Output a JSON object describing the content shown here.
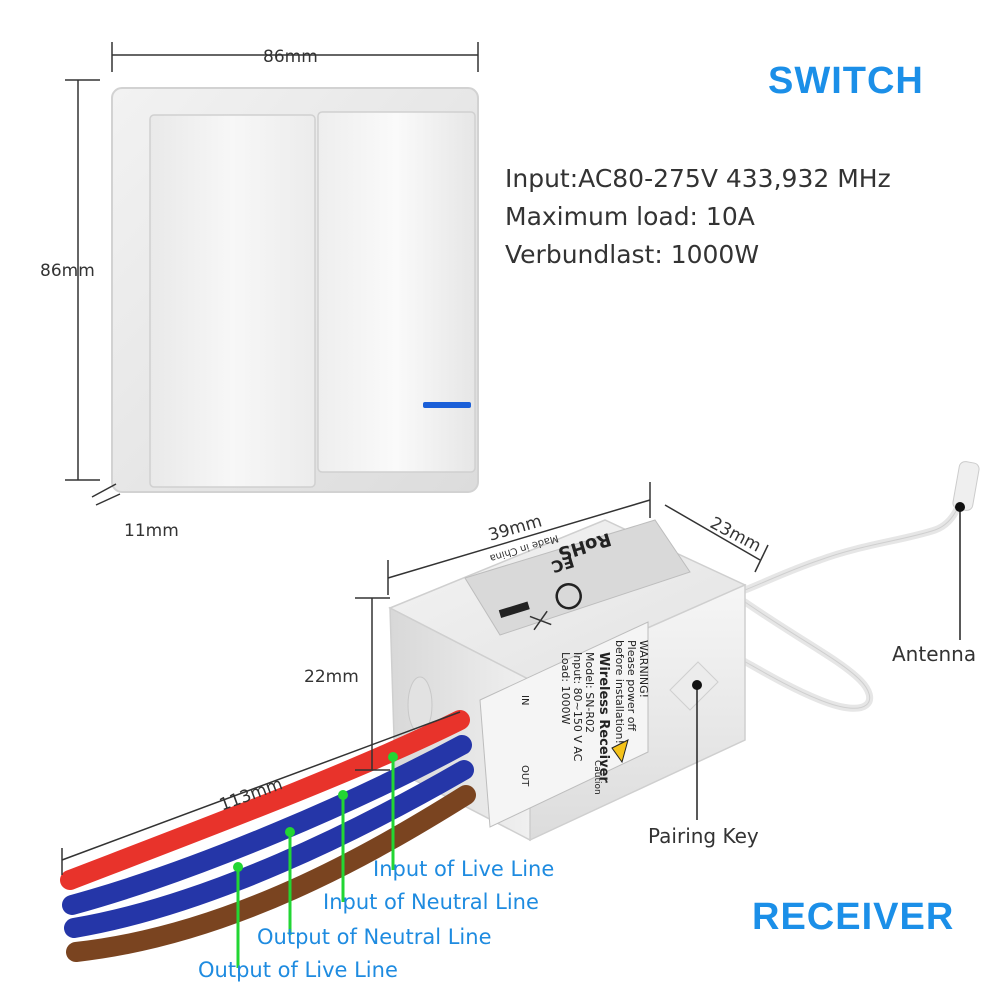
{
  "switch": {
    "title": "SWITCH",
    "dim_width": "86mm",
    "dim_height": "86mm",
    "dim_depth": "11mm",
    "specs": [
      "Input:AC80-275V  433,932 MHz",
      "Maximum load: 10A",
      "Verbundlast: 1000W"
    ]
  },
  "receiver": {
    "title": "RECEIVER",
    "dim_width": "39mm",
    "dim_depth": "23mm",
    "dim_height": "22mm",
    "dim_wire": "113mm",
    "label_top": {
      "rohs": "RoHS",
      "fc": "FC",
      "made_in": "Made in China"
    },
    "label_side": {
      "warning_title": "WARNING!",
      "warning_l1": "Please power off",
      "warning_l2": "before installation!",
      "name": "Wireless Receiver",
      "model": "Model: SN-R02",
      "input": "Input: 80~150 V AC",
      "load": "Load: 1000W",
      "in": "IN",
      "out": "OUT",
      "caution": "Caution"
    },
    "callouts": {
      "antenna": "Antenna",
      "pairing_key": "Pairing Key"
    },
    "wire_labels": [
      "Input of Live Line",
      "Input of Neutral Line",
      "Output of Neutral Line",
      "Output of Live Line"
    ]
  },
  "colors": {
    "title_blue": "#1b8fe8",
    "led_blue": "#1a5fd8",
    "wire_red": "#e8332b",
    "wire_blue": "#2536a8",
    "wire_brown": "#7a4420",
    "marker_green": "#22d633"
  }
}
